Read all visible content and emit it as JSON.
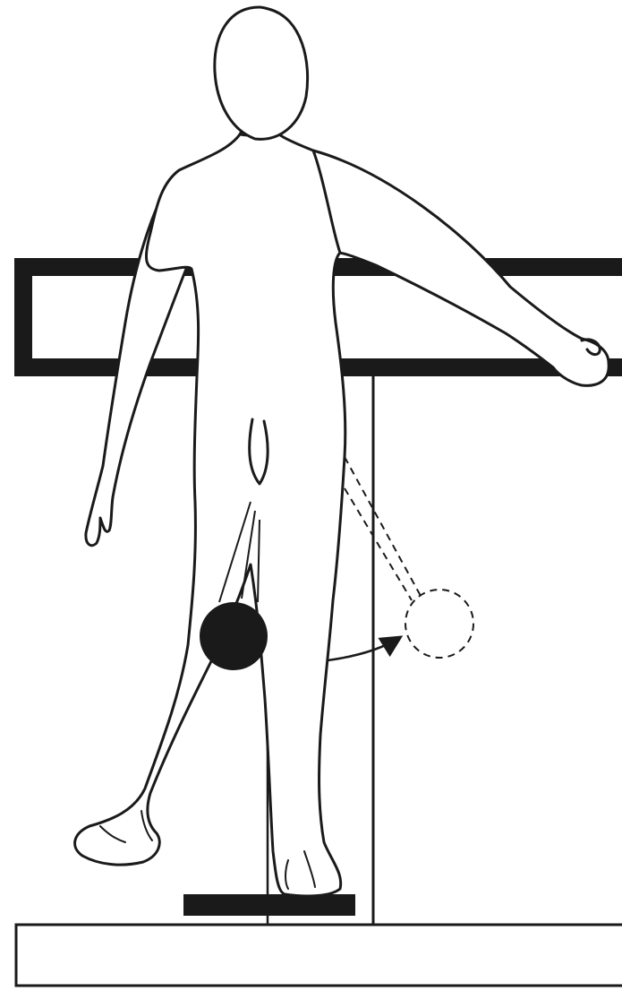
{
  "illustration": {
    "colors": {
      "background": "#ffffff",
      "ink": "#1a1a1a"
    },
    "elements": [
      {
        "name": "rectangular-rail-frame"
      },
      {
        "name": "vertical-support-post"
      },
      {
        "name": "base-platform"
      },
      {
        "name": "standing-block"
      },
      {
        "name": "human-figure"
      },
      {
        "name": "pendulum-weight"
      },
      {
        "name": "pendulum-ghost-position"
      },
      {
        "name": "swing-arrow"
      }
    ]
  }
}
